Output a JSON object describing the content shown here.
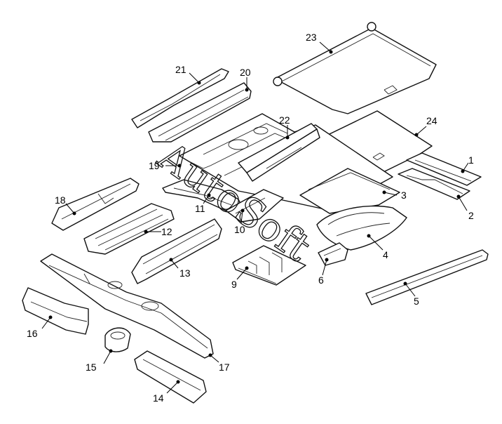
{
  "parts": [
    {
      "id": "part-1",
      "label": "1"
    },
    {
      "id": "part-2",
      "label": "2"
    },
    {
      "id": "part-3",
      "label": "3"
    },
    {
      "id": "part-4",
      "label": "4"
    },
    {
      "id": "part-5",
      "label": "5"
    },
    {
      "id": "part-6",
      "label": "6"
    },
    {
      "id": "part-9",
      "label": "9"
    },
    {
      "id": "part-10",
      "label": "10"
    },
    {
      "id": "part-11",
      "label": "11"
    },
    {
      "id": "part-12",
      "label": "12"
    },
    {
      "id": "part-13",
      "label": "13"
    },
    {
      "id": "part-14",
      "label": "14"
    },
    {
      "id": "part-15",
      "label": "15"
    },
    {
      "id": "part-16",
      "label": "16"
    },
    {
      "id": "part-17",
      "label": "17"
    },
    {
      "id": "part-18",
      "label": "18"
    },
    {
      "id": "part-19",
      "label": "19"
    },
    {
      "id": "part-20",
      "label": "20"
    },
    {
      "id": "part-21",
      "label": "21"
    },
    {
      "id": "part-22",
      "label": "22"
    },
    {
      "id": "part-23",
      "label": "23"
    },
    {
      "id": "part-24",
      "label": "24"
    }
  ],
  "watermark": "AutoSoft"
}
